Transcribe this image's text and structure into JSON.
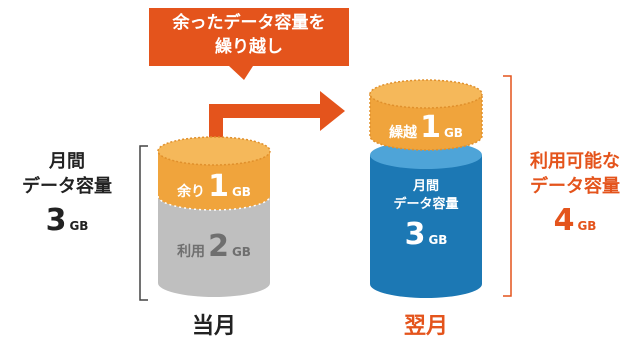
{
  "colors": {
    "accent": "#e4541c",
    "orange": "#f0a43c",
    "orange_dark": "#e0902c",
    "gray": "#bfbfbf",
    "blue": "#1c78b4",
    "blue_top": "#4ea4d8",
    "text": "#222222"
  },
  "callout": {
    "line1": "余ったデータ容量を",
    "line2": "繰り越し"
  },
  "this_month": {
    "label": "当月",
    "bracket_label": {
      "line1": "月間",
      "line2": "データ容量",
      "amount": "3",
      "unit": "GB"
    },
    "surplus": {
      "label": "余り",
      "amount": "1",
      "unit": "GB"
    },
    "used": {
      "label": "利用",
      "amount": "2",
      "unit": "GB"
    }
  },
  "next_month": {
    "label": "翌月",
    "carryover": {
      "label": "繰越",
      "amount": "1",
      "unit": "GB"
    },
    "monthly": {
      "line1": "月間",
      "line2": "データ容量",
      "amount": "3",
      "unit": "GB"
    },
    "available": {
      "line1": "利用可能な",
      "line2": "データ容量",
      "amount": "4",
      "unit": "GB"
    }
  }
}
